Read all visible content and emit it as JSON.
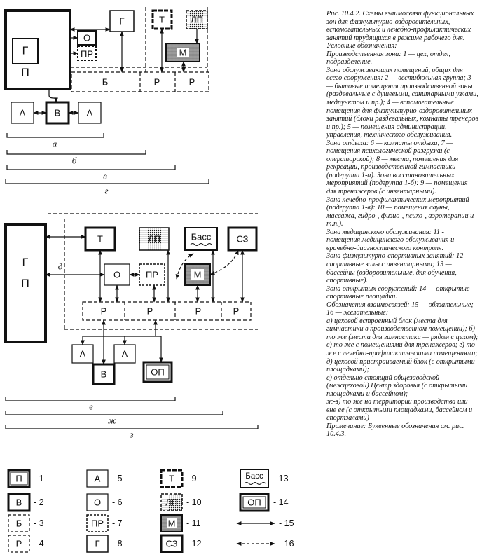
{
  "diagram": {
    "letters": {
      "G": "Г",
      "P": "П",
      "O": "О",
      "PR": "ПР",
      "T": "Т",
      "LP": "ЛП",
      "M": "М",
      "B": "Б",
      "R": "Р",
      "A": "А",
      "V": "В",
      "OP": "ОП",
      "BASS": "Басс",
      "SZ": "СЗ"
    },
    "brace_labels": {
      "a": "а",
      "b": "б",
      "v": "в",
      "g": "г",
      "d": "д",
      "e": "е",
      "zh": "ж",
      "z": "з"
    }
  },
  "legend": [
    {
      "label": "П",
      "num": "- 1"
    },
    {
      "label": "В",
      "num": "- 2"
    },
    {
      "label": "Б",
      "num": "- 3"
    },
    {
      "label": "Р",
      "num": "- 4"
    },
    {
      "label": "А",
      "num": "- 5"
    },
    {
      "label": "О",
      "num": "- 6"
    },
    {
      "label": "ПР",
      "num": "- 7"
    },
    {
      "label": "Г",
      "num": "- 8"
    },
    {
      "label": "Т",
      "num": "- 9"
    },
    {
      "label": "ЛП",
      "num": "- 10"
    },
    {
      "label": "М",
      "num": "- 11"
    },
    {
      "label": "СЗ",
      "num": "- 12"
    },
    {
      "label": "Басс",
      "num": "- 13"
    },
    {
      "label": "ОП",
      "num": "- 14"
    },
    {
      "label": "",
      "num": "- 15"
    },
    {
      "label": "",
      "num": "- 16"
    }
  ],
  "caption": [
    "Рис. 10.4.2. Схемы взаимосвязи функциональных зон для физкультурно-оздоровительных, вспомогательных и лечебно-профилактических занятий трудящихся в режиме рабочего дня.",
    "Условные обозначения:",
    "Производственная зона: 1 — цех, отдел, подразделение.",
    "Зона обслуживающих помещений, общих для всего сооружения: 2 — вестибюльная группа; 3 — бытовые помещения производственной зоны (раздевальные с душевыми, санитарными узлами, медпунктом и пр.); 4 — вспомогательные помещения для физкультурно-оздоровительных занятий (блоки раздевальных, комнаты тренеров и пр.); 5 — помещения администрации, управления, технического обслуживания.",
    "Зона отдыха: 6 — комнаты отдыха, 7 — помещения психологической разгрузки (с операторской); 8 — места, помещения для рекреации, производственной гимнастики (подгруппа 1-а). Зона восстановительных мероприятий (подгруппа 1-б): 9 — помещения для тренажеров (с инвентарными).",
    "Зона лечебно-профилактических мероприятий (подгруппа 1-в): 10 — помещения сауны, массажа, гидро-, физио-, психо-, аэротерапии и т.п.).",
    "Зона медицинского обслуживания: 11 - помещения медицинского обслуживания и врачебно-диагностического контроля.",
    "Зона физкультурно-спортивных занятий: 12 — спортивные залы с инвентарными; 13 — бассейны (оздоровительные, для обучения, спортивные).",
    "Зона открытых сооружений: 14 — открытые спортивные площадки.",
    "Обозначения взаимосвязей: 15 — обязательные; 16 — желательные:",
    "а) цеховой встроенный блок (места для гимнастики в производственном помещении); б) то же (места для гимнастики — рядом с цехом); в) то же с помещениями для тренажеров; г) то же с лечебно-профилактическими помещениями; д) цеховой пристраиваемый блок (с открытыми площадками);",
    "е) отдельно стоящий общезаводской (межцеховой) Центр здоровья (с открытыми площадками и бассейном);",
    "ж-з) то же на территории производства или вне ее (с открытыми площадками, бассейном и спортзалами)",
    "Примечание: Буквенные обозначения см. рис. 10.4.3."
  ]
}
